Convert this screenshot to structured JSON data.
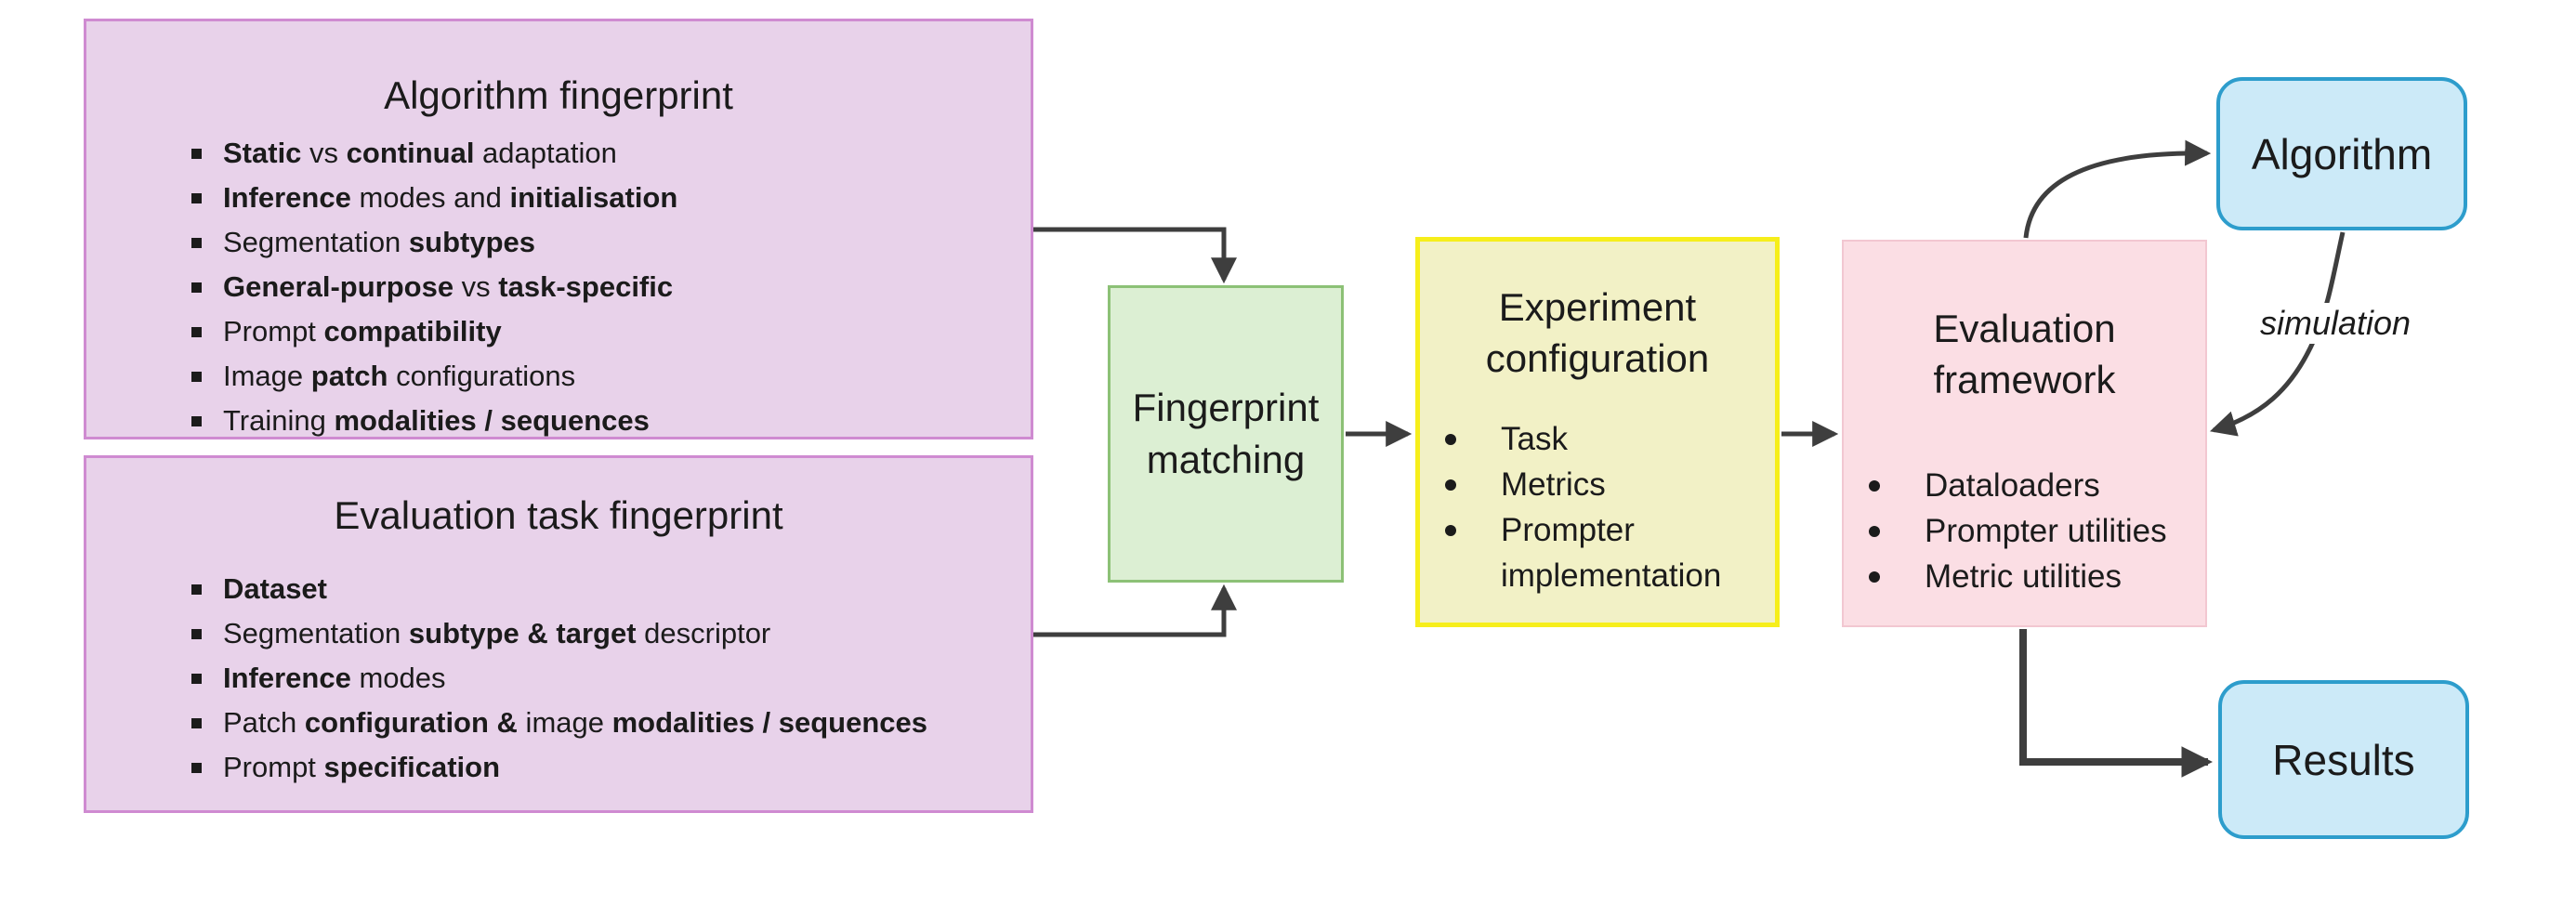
{
  "colors": {
    "purple_fill": "#e8d2ea",
    "purple_border": "#cf8bd1",
    "green_fill": "#dcefd3",
    "green_border": "#8cc176",
    "yellow_fill": "#f2f1c6",
    "yellow_border": "#f6ee1b",
    "pink_fill": "#fbdee4",
    "pink_border": "#f2c7d1",
    "blue_fill": "#cceaf8",
    "blue_border": "#2d9dcc",
    "arrow": "#3e3e3e",
    "text": "#1b1b1b"
  },
  "boxes": {
    "algorithm_fingerprint": {
      "title": "Algorithm fingerprint",
      "bullets": [
        [
          {
            "t": "Static",
            "b": 1
          },
          {
            "t": " vs ",
            "b": 0
          },
          {
            "t": "continual",
            "b": 1
          },
          {
            "t": " adaptation",
            "b": 0
          }
        ],
        [
          {
            "t": "Inference",
            "b": 1
          },
          {
            "t": " modes and ",
            "b": 0
          },
          {
            "t": "initialisation",
            "b": 1
          }
        ],
        [
          {
            "t": "Segmentation ",
            "b": 0
          },
          {
            "t": "subtypes",
            "b": 1
          }
        ],
        [
          {
            "t": "General-purpose",
            "b": 1
          },
          {
            "t": " vs ",
            "b": 0
          },
          {
            "t": "task-specific",
            "b": 1
          }
        ],
        [
          {
            "t": "Prompt ",
            "b": 0
          },
          {
            "t": "compatibility",
            "b": 1
          }
        ],
        [
          {
            "t": "Image ",
            "b": 0
          },
          {
            "t": "patch",
            "b": 1
          },
          {
            "t": " configurations",
            "b": 0
          }
        ],
        [
          {
            "t": "Training ",
            "b": 0
          },
          {
            "t": "modalities / sequences",
            "b": 1
          }
        ]
      ]
    },
    "evaluation_task_fingerprint": {
      "title": "Evaluation task fingerprint",
      "bullets": [
        [
          {
            "t": "Dataset",
            "b": 1
          }
        ],
        [
          {
            "t": "Segmentation ",
            "b": 0
          },
          {
            "t": "subtype & target",
            "b": 1
          },
          {
            "t": " descriptor",
            "b": 0
          }
        ],
        [
          {
            "t": "Inference",
            "b": 1
          },
          {
            "t": " modes",
            "b": 0
          }
        ],
        [
          {
            "t": "Patch ",
            "b": 0
          },
          {
            "t": "configuration &",
            "b": 1
          },
          {
            "t": " image ",
            "b": 0
          },
          {
            "t": "modalities / sequences",
            "b": 1
          }
        ],
        [
          {
            "t": "Prompt ",
            "b": 0
          },
          {
            "t": "specification",
            "b": 1
          }
        ]
      ]
    },
    "fingerprint_matching": {
      "line1": "Fingerprint",
      "line2": "matching"
    },
    "experiment_configuration": {
      "title_line1": "Experiment",
      "title_line2": "configuration",
      "bullets": [
        "Task",
        "Metrics",
        "Prompter implementation"
      ]
    },
    "evaluation_framework": {
      "title_line1": "Evaluation",
      "title_line2": "framework",
      "bullets": [
        "Dataloaders",
        "Prompter utilities",
        "Metric utilities"
      ]
    },
    "algorithm": {
      "label": "Algorithm"
    },
    "results": {
      "label": "Results"
    }
  },
  "annotations": {
    "simulation": "simulation"
  }
}
